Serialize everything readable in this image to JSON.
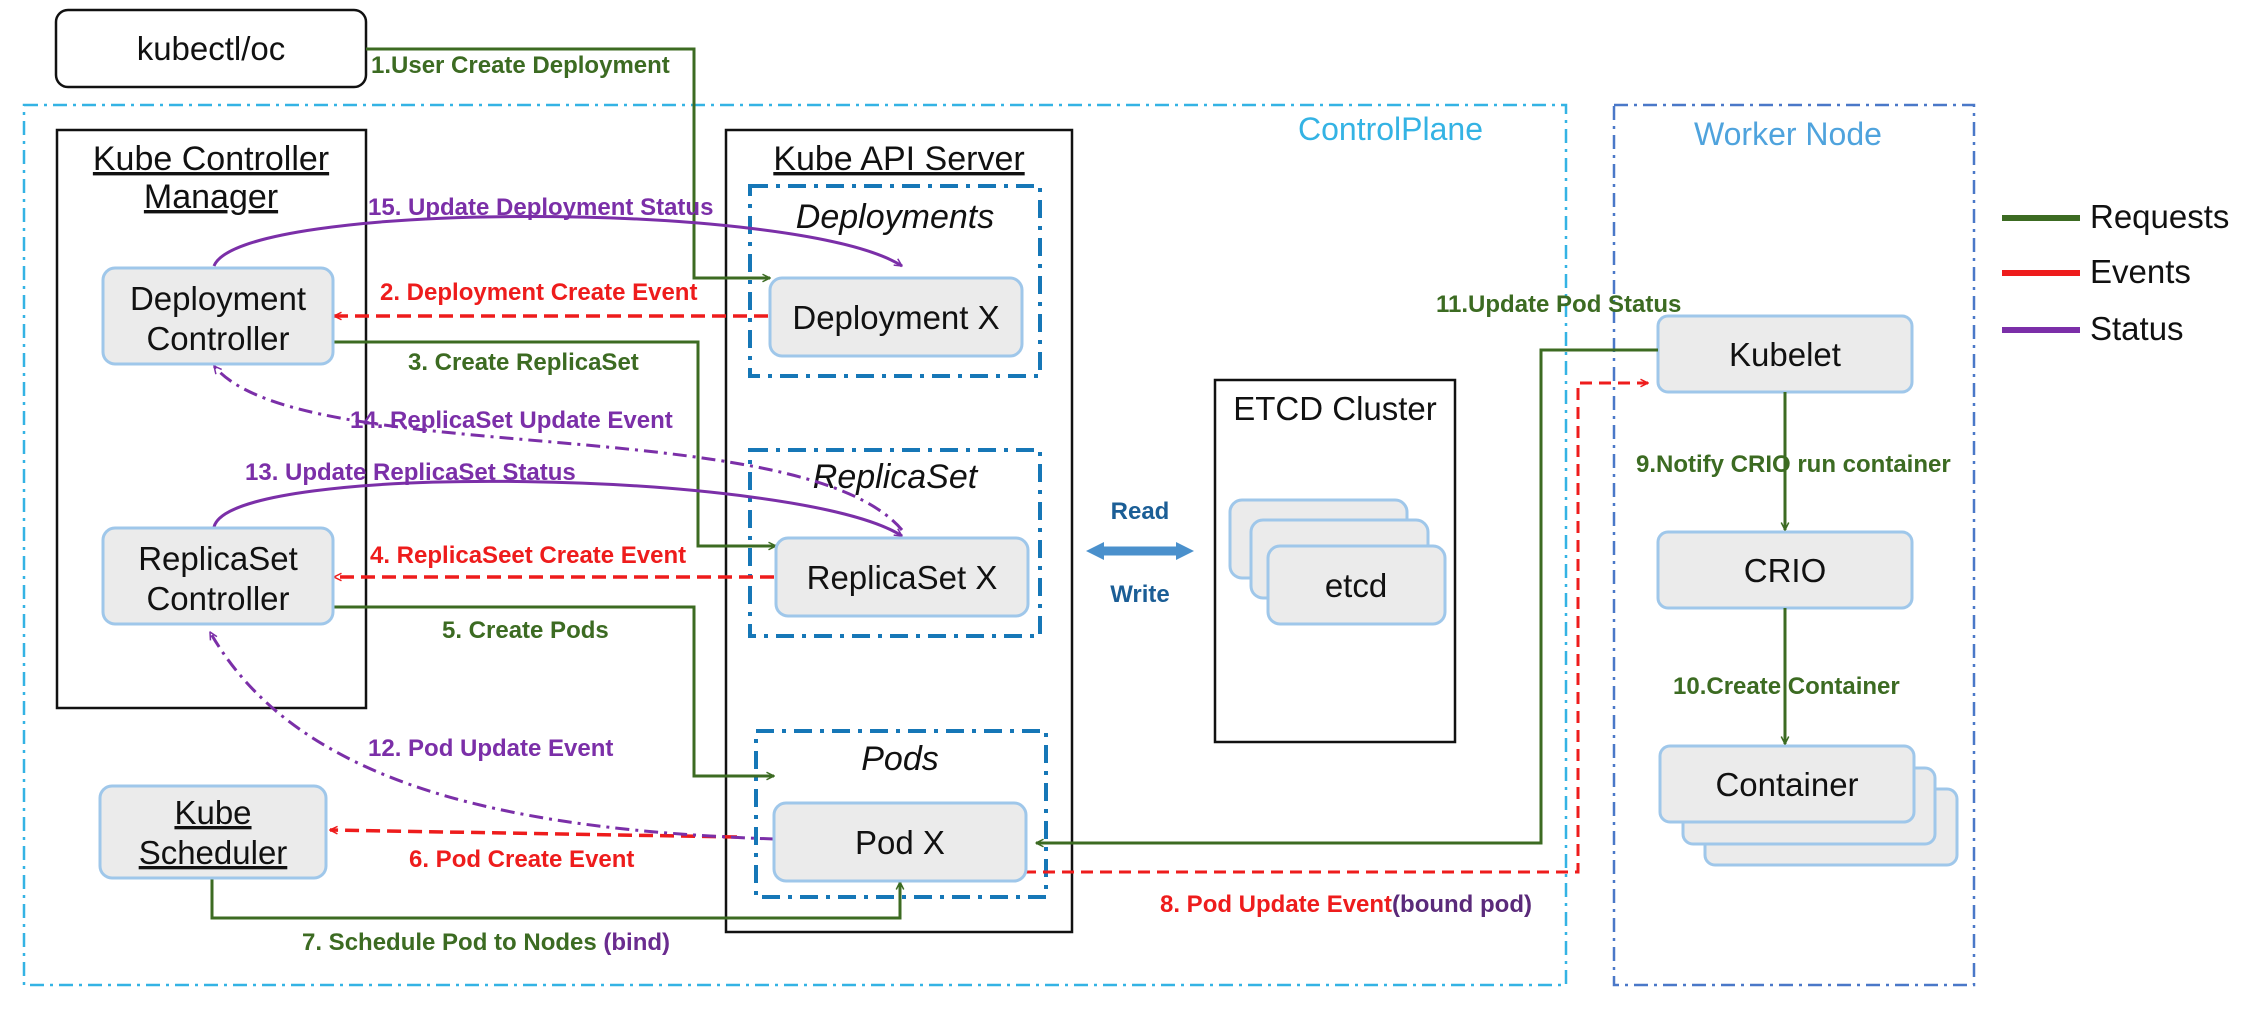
{
  "colors": {
    "requests": "#3c6b22",
    "events": "#ee1c1c",
    "status": "#7b2fa8",
    "controlplane_border": "#34b3e4",
    "worker_border": "#4a78c8",
    "box_fill": "#ebebeb",
    "box_border": "#9fc7ea",
    "dashed_group": "#1677b7",
    "read_write": "#1b5e96"
  },
  "client": {
    "label": "kubectl/oc"
  },
  "regions": {
    "controlplane": "ControlPlane",
    "worker": "Worker Node"
  },
  "controller_manager": {
    "title_line1": "Kube Controller",
    "title_line2": "Manager",
    "deployment_controller": {
      "line1": "Deployment",
      "line2": "Controller"
    },
    "replicaset_controller": {
      "line1": "ReplicaSet",
      "line2": "Controller"
    }
  },
  "scheduler": {
    "line1": "Kube",
    "line2": "Scheduler"
  },
  "api_server": {
    "title": "Kube API Server",
    "groups": [
      {
        "title": "Deployments",
        "item": "Deployment X"
      },
      {
        "title": "ReplicaSet",
        "item": "ReplicaSet X"
      },
      {
        "title": "Pods",
        "item": "Pod X"
      }
    ]
  },
  "read_write": {
    "read": "Read",
    "write": "Write"
  },
  "etcd": {
    "title": "ETCD Cluster",
    "node": "etcd"
  },
  "worker": {
    "kubelet": "Kubelet",
    "crio": "CRIO",
    "container": "Container"
  },
  "legend": [
    {
      "label": "Requests",
      "color": "#3c6b22"
    },
    {
      "label": "Events",
      "color": "#ee1c1c"
    },
    {
      "label": "Status",
      "color": "#7b2fa8"
    }
  ],
  "steps": {
    "s1": "1.User Create Deployment",
    "s2": "2. Deployment Create Event",
    "s3": "3. Create ReplicaSet",
    "s4": "4. ReplicaSeet Create Event",
    "s5": "5. Create Pods",
    "s6": "6. Pod Create Event",
    "s7": "7. Schedule Pod to Nodes ",
    "s7_suffix": "(bind)",
    "s8": "8. Pod Update Event",
    "s8_suffix": "(bound pod)",
    "s9": "9.Notify CRIO run container",
    "s10": "10.Create Container",
    "s11": "11.Update Pod Status",
    "s12": "12. Pod Update Event",
    "s13": "13. Update ReplicaSet Status",
    "s14": "14. ReplicaSet Update Event",
    "s15": "15. Update Deployment Status"
  }
}
